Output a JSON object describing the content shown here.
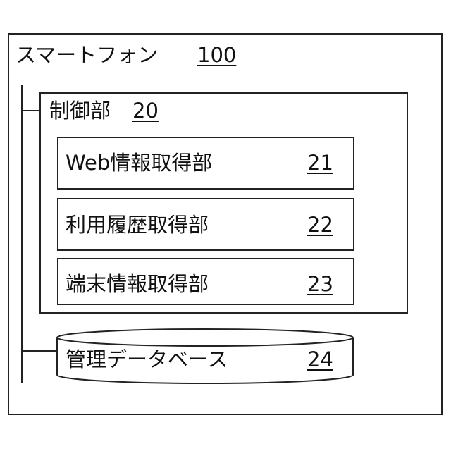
{
  "smartphone": {
    "label": "スマートフォン",
    "ref": "100"
  },
  "controller": {
    "label": "制御部",
    "ref": "20"
  },
  "units": [
    {
      "label": "Web情報取得部",
      "ref": "21"
    },
    {
      "label": "利用履歴取得部",
      "ref": "22"
    },
    {
      "label": "端末情報取得部",
      "ref": "23"
    }
  ],
  "database": {
    "label": "管理データベース",
    "ref": "24"
  }
}
